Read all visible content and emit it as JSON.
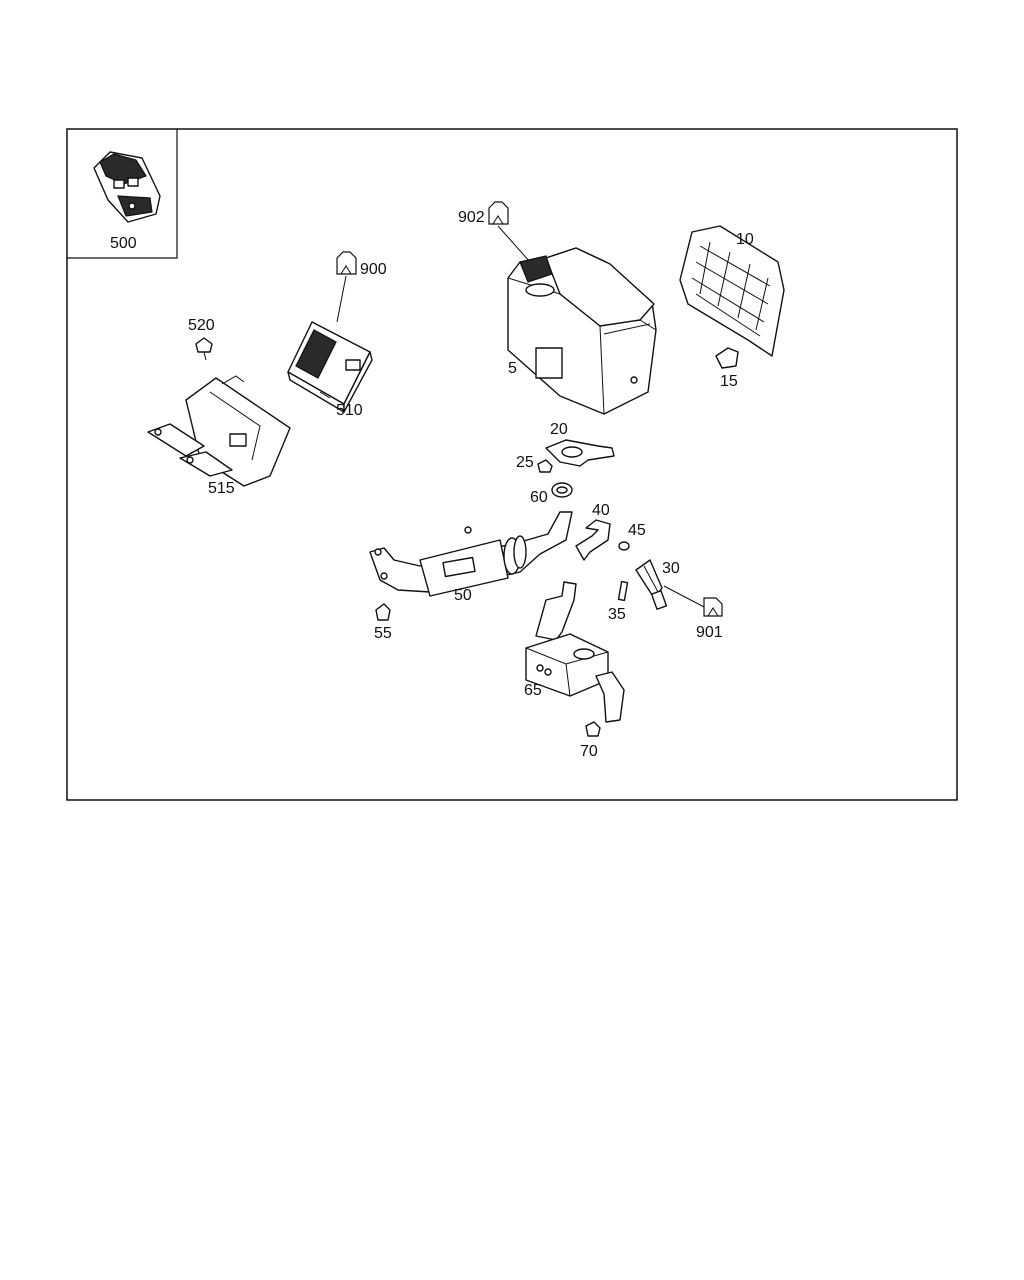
{
  "diagram": {
    "callouts": {
      "p500": "500",
      "p900": "900",
      "p902": "902",
      "p10": "10",
      "p520": "520",
      "p510": "510",
      "p5": "5",
      "p15": "15",
      "p515": "515",
      "p20": "20",
      "p25": "25",
      "p60": "60",
      "p40": "40",
      "p45": "45",
      "p30": "30",
      "p50": "50",
      "p35": "35",
      "p901": "901",
      "p55": "55",
      "p65": "65",
      "p70": "70"
    },
    "icons": [
      "connector-symbol-icon"
    ]
  }
}
